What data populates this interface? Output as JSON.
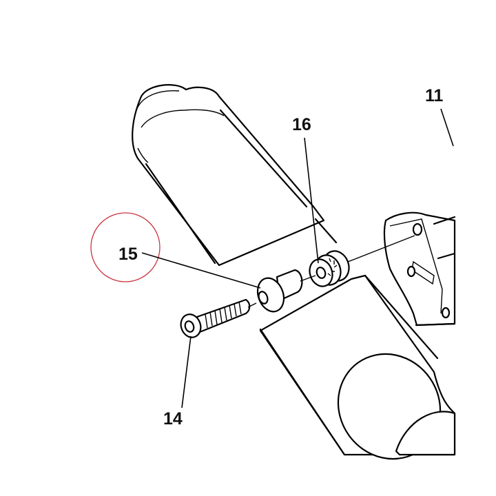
{
  "diagram": {
    "callouts": [
      {
        "id": "11",
        "label": "11"
      },
      {
        "id": "14",
        "label": "14"
      },
      {
        "id": "15",
        "label": "15"
      },
      {
        "id": "16",
        "label": "16"
      }
    ],
    "highlighted_callout": "15",
    "colors": {
      "line": "#000000",
      "background": "#ffffff",
      "highlight_circle": "#c9343f"
    }
  }
}
